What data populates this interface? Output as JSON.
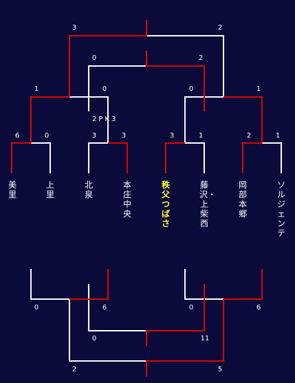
{
  "teams": [
    {
      "name": "美里",
      "highlight": false
    },
    {
      "name": "上里",
      "highlight": false
    },
    {
      "name": "北泉",
      "highlight": false
    },
    {
      "name": "本庄中央",
      "highlight": false
    },
    {
      "name": "秩父つばさ",
      "highlight": true
    },
    {
      "name": "藤沢・上柴西",
      "highlight": false
    },
    {
      "name": "岡部本郷",
      "highlight": false
    },
    {
      "name": "ソルジェンテ",
      "highlight": false
    }
  ],
  "bracket_top": {
    "round1": [
      {
        "left": "6",
        "right": "0"
      },
      {
        "left": "3",
        "right": "3",
        "pk": "2PK3"
      },
      {
        "left": "3",
        "right": "1"
      },
      {
        "left": "2",
        "right": "1"
      }
    ],
    "semifinals": [
      {
        "left": "1",
        "right": "0"
      },
      {
        "left": "0",
        "right": "1"
      }
    ],
    "third_place": {
      "left": "0",
      "right": "2"
    },
    "final": {
      "left": "3",
      "right": "2"
    }
  },
  "bracket_bottom": {
    "round1": [
      {
        "left": "0",
        "right": "6"
      },
      {
        "left": "0",
        "right": "6"
      }
    ],
    "match2": {
      "left": "0",
      "right": "11"
    },
    "match3": {
      "left": "2",
      "right": "5"
    }
  },
  "colors": {
    "background": "#0b0b3b",
    "winner_line": "#e00000",
    "loser_line": "#ffffff",
    "highlight_text": "#ffff33"
  }
}
